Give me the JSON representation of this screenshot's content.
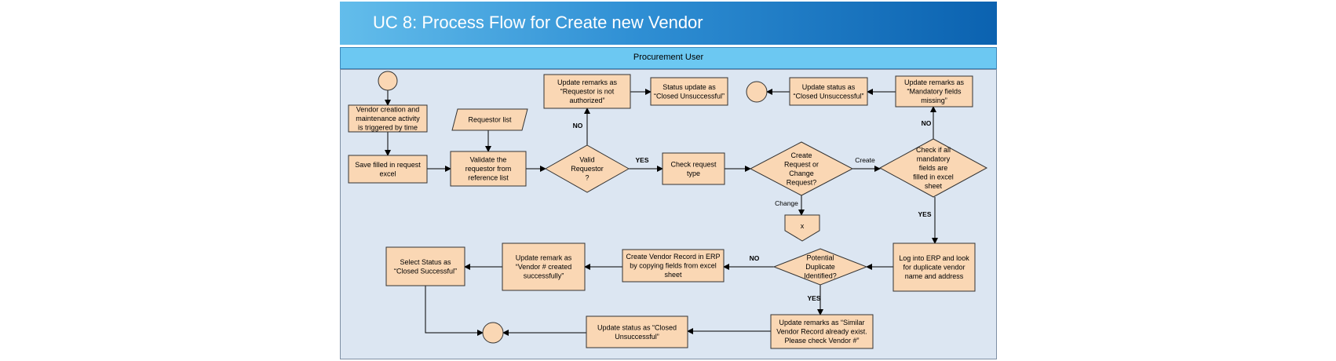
{
  "title": "UC 8: Process Flow for Create new Vendor",
  "lane": "Procurement User",
  "colors": {
    "box_fill": "#fad7b4",
    "box_stroke": "#333333",
    "lane_fill": "#6cc8f2",
    "canvas_fill": "#dce6f2"
  },
  "nodes": {
    "trigger": [
      "Vendor creation and",
      "maintenance activity",
      "is triggered by time"
    ],
    "save_request": [
      "Save filled in request",
      "excel"
    ],
    "requestor_list": [
      "Requestor list"
    ],
    "validate": [
      "Validate the",
      "requestor from",
      "reference list"
    ],
    "valid_requestor": [
      "Valid",
      "Requestor",
      "?"
    ],
    "check_type": [
      "Check request",
      "type"
    ],
    "create_or_change": [
      "Create",
      "Request or",
      "Change",
      "Request?"
    ],
    "check_mandatory": [
      "Check if all",
      "mandatory",
      "fields are",
      "filled in excel",
      "sheet"
    ],
    "remarks_not_authorized": [
      "Update remarks as",
      "“Requestor is not",
      "authorized”"
    ],
    "status_closed_1": [
      "Status update as",
      "“Closed Unsuccessful”"
    ],
    "status_closed_2": [
      "Update status as",
      "“Closed Unsuccessful”"
    ],
    "remarks_mandatory": [
      "Update remarks as",
      "“Mandatory fields",
      "missing”"
    ],
    "offpage_x": [
      "x"
    ],
    "login_erp": [
      "Log into  ERP and look",
      "for  duplicate vendor",
      "name and address"
    ],
    "potential_duplicate": [
      "Potential",
      "Duplicate",
      "Identified?"
    ],
    "create_vendor": [
      "Create Vendor Record in ERP",
      "by copying fields from  excel",
      "sheet"
    ],
    "remark_created": [
      "Update remark as",
      "“Vendor # created",
      "successfully”"
    ],
    "status_successful": [
      "Select Status as",
      "“Closed Successful”"
    ],
    "remarks_similar": [
      "Update remarks as “Similar",
      "Vendor Record already exist.",
      "Please check Vendor #”"
    ],
    "status_closed_3": [
      "Update status as “Closed",
      "Unsuccessful”"
    ]
  },
  "edge_labels": {
    "no_valid": "NO",
    "yes_valid": "YES",
    "create": "Create",
    "change": "Change",
    "no_mandatory": "NO",
    "yes_mandatory": "YES",
    "no_duplicate": "NO",
    "yes_duplicate": "YES"
  }
}
